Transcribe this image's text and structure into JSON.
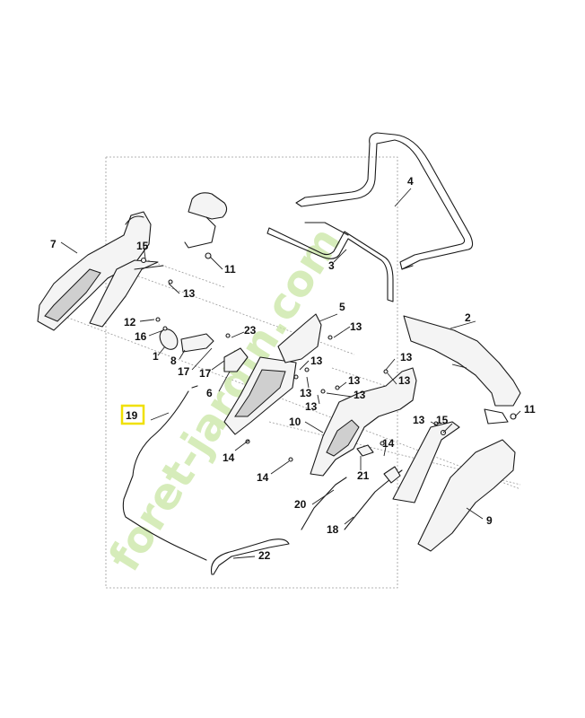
{
  "labels": {
    "p1": "1",
    "p2": "2",
    "p3": "3",
    "p4": "4",
    "p5": "5",
    "p6": "6",
    "p7": "7",
    "p8": "8",
    "p9": "9",
    "p10": "10",
    "p11a": "11",
    "p11b": "11",
    "p12": "12",
    "p13a": "13",
    "p13b": "13",
    "p13c": "13",
    "p13d": "13",
    "p13e": "13",
    "p13f": "13",
    "p13g": "13",
    "p13h": "13",
    "p13i": "13",
    "p13j": "13",
    "p14a": "14",
    "p14b": "14",
    "p14c": "14",
    "p15a": "15",
    "p15b": "15",
    "p16": "16",
    "p17a": "17",
    "p17b": "17",
    "p18": "18",
    "p19": "19",
    "p20": "20",
    "p21": "21",
    "p22": "22",
    "p23": "23"
  },
  "highlight": {
    "part": "19",
    "color": "#f0e000"
  },
  "watermark": {
    "text": "foret-jardin.com",
    "color": "#c9e6a4"
  }
}
